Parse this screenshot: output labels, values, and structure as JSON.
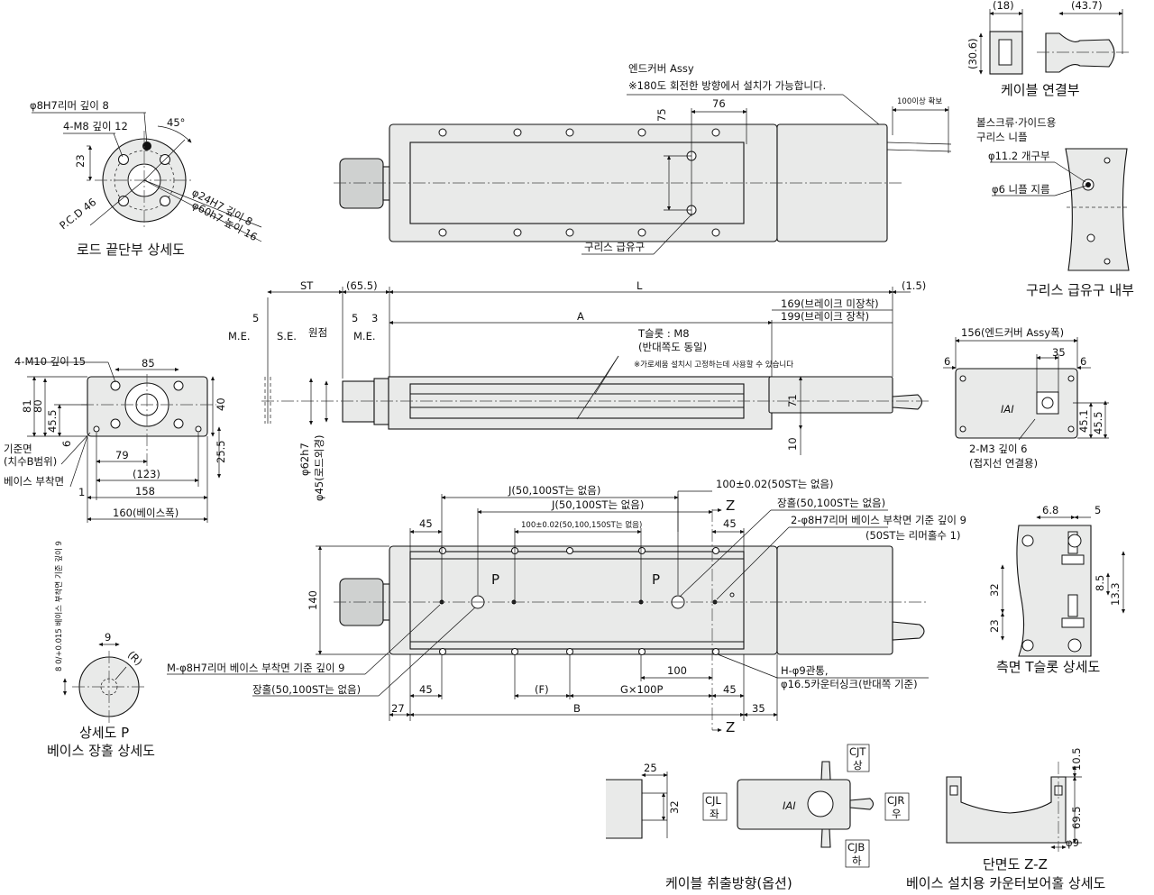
{
  "rod_detail": {
    "title": "로드 끝단부 상세도",
    "reamer": "φ8H7리머 깊이 8",
    "tap": "4-M8 깊이 12",
    "angle": "45°",
    "dim_23": "23",
    "pcd": "P.C.D 46",
    "bore": "φ24H7 깊이 8",
    "boss": "φ60h7 높이 16"
  },
  "top_view": {
    "endcover": "엔드커버 Assy",
    "note": "※180도 회전한 방향에서 설치가 가능합니다.",
    "clear": "100이상 확보",
    "d75": "75",
    "d76": "76",
    "grease": "구리스 급유구"
  },
  "cable_conn": {
    "title": "케이블 연결부",
    "d18": "(18)",
    "d43": "(43.7)",
    "d30": "(30.6)"
  },
  "grease_detail": {
    "title": "구리스 급유구 내부",
    "label1": "볼스크류·가이드용",
    "label2": "구리스 니플",
    "open": "φ11.2 개구부",
    "nipple": "φ6 니플 지름"
  },
  "side_view": {
    "st": "ST",
    "d65": "(65.5)",
    "L": "L",
    "d15": "(1.5)",
    "d5a": "5",
    "me1": "M.E.",
    "se": "S.E.",
    "origin": "원점",
    "d5b": "5",
    "d3": "3",
    "me2": "M.E.",
    "A": "A",
    "brake1": "169(브레이크 미장착)",
    "brake2": "199(브레이크 장착)",
    "tslot": "T슬롯 : M8",
    "tslot2": "(반대쪽도 동일)",
    "tslot_note": "※가로세움 설치시 고정하는데 사용할 수 있습니다",
    "d71": "71",
    "d10": "10",
    "phi62": "φ62h7",
    "phi45": "φ45(로드외경)"
  },
  "front_view": {
    "tap": "4-M10 깊이 15",
    "d85": "85",
    "d81": "81",
    "d80": "80",
    "d455": "45.5",
    "d6": "6",
    "d40": "40",
    "ref1": "기준면",
    "ref2": "(치수B범위)",
    "d79": "79",
    "d255": "25.5",
    "d123": "(123)",
    "mount": "베이스 부착면",
    "d1": "1",
    "d158": "158",
    "d160": "160(베이스폭)"
  },
  "rear_view": {
    "width": "156(엔드커버 Assy폭)",
    "d35": "35",
    "d6a": "6",
    "d6b": "6",
    "d451": "45.1",
    "d455": "45.5",
    "tap": "2-M3 깊이 6",
    "ground": "(접지선 연결용)"
  },
  "bottom_view": {
    "j1": "J(50,100ST는 없음)",
    "j2": "J(50,100ST는 없음)",
    "tol1": "100±0.02(50ST는 없음)",
    "tol2": "100±0.02(50,100,150ST는 없음)",
    "z": "Z",
    "slot": "장홀(50,100ST는 없음)",
    "reamer": "2-φ8H7리머 베이스 부착면 기준 깊이 9",
    "reamer2": "(50ST는 리머홀수 1)",
    "d45a": "45",
    "d45b": "45",
    "d140": "140",
    "p1": "P",
    "p2": "P",
    "mref": "M-φ8H7리머 베이스 부착면 기준 깊이 9",
    "slot2": "장홀(50,100ST는 없음)",
    "d100": "100",
    "holes": "H-φ9관통,",
    "cs": "φ16.5카운터싱크(반대쪽 기준)",
    "d45c": "45",
    "F": "(F)",
    "G": "G×100P",
    "d45d": "45",
    "d27": "27",
    "B": "B",
    "d35": "35"
  },
  "p_detail": {
    "title1": "상세도 P",
    "title2": "베이스 장홀 상세도",
    "d9": "9",
    "R": "(R)",
    "depth": "8 0/+0.015 베이스 부착면 기준 깊이 9"
  },
  "tslot_detail": {
    "title": "측면 T슬롯 상세도",
    "d68": "6.8",
    "d5": "5",
    "d32": "32",
    "d85": "8.5",
    "d133": "13.3",
    "d23": "23"
  },
  "cable_dir": {
    "title": "케이블 취출방향(옵션)",
    "d25": "25",
    "d32": "32",
    "cjt": "CJT",
    "cjt2": "상",
    "cjl": "CJL",
    "cjl2": "좌",
    "cjr": "CJR",
    "cjr2": "우",
    "cjb": "CJB",
    "cjb2": "하"
  },
  "section": {
    "title1": "단면도 Z-Z",
    "title2": "베이스 설치용 카운터보어홀 상세도",
    "d105": "10.5",
    "d695": "69.5",
    "d9": "φ9"
  }
}
